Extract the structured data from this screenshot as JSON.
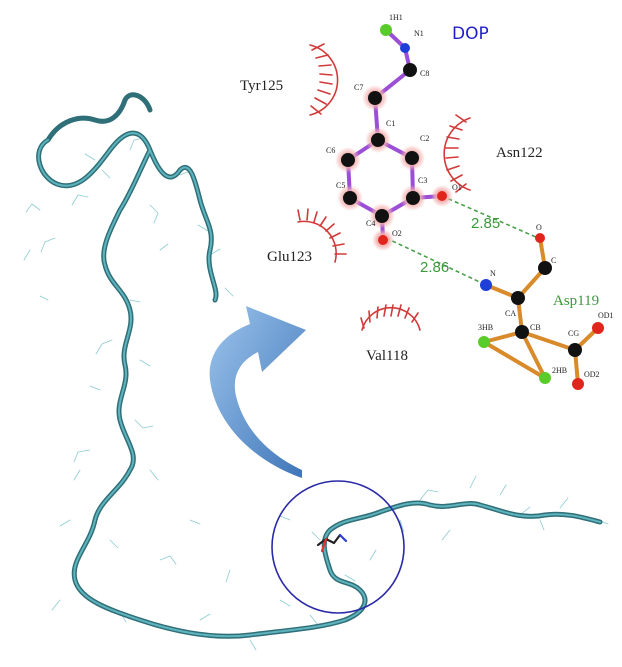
{
  "ligand": {
    "name": "DOP"
  },
  "atoms": {
    "h_label": "1H1",
    "n1": "N1",
    "c8": "C8",
    "c7": "C7",
    "c1": "C1",
    "c2": "C2",
    "c6": "C6",
    "c3": "C3",
    "o1": "O1",
    "c5": "C5",
    "c4": "C4",
    "o2": "O2",
    "o": "O",
    "c": "C",
    "n": "N",
    "ca": "CA",
    "cb": "CB",
    "cg": "CG",
    "od1": "OD1",
    "od2": "OD2",
    "hb3": "3HB",
    "hb2": "2HB"
  },
  "hbonds": [
    {
      "label": "2.85"
    },
    {
      "label": "2.86"
    }
  ],
  "residues": {
    "hydrophobic": [
      "Tyr125",
      "Asn122",
      "Glu123",
      "Val118"
    ],
    "hbond_partner": "Asp119"
  },
  "colors": {
    "ligand_bond": "#9b4fd6",
    "residue_bond": "#d98a2a",
    "hbond": "#4aa04a",
    "arc": "#d23a3a",
    "carbon": "#111111",
    "oxygen": "#e0261c",
    "nitrogen": "#1d3fd8",
    "hydrogen": "#5acc2a",
    "protein": "#3d8f9a",
    "circle": "#2a2aa8",
    "arrow": "#6a9fd6"
  }
}
